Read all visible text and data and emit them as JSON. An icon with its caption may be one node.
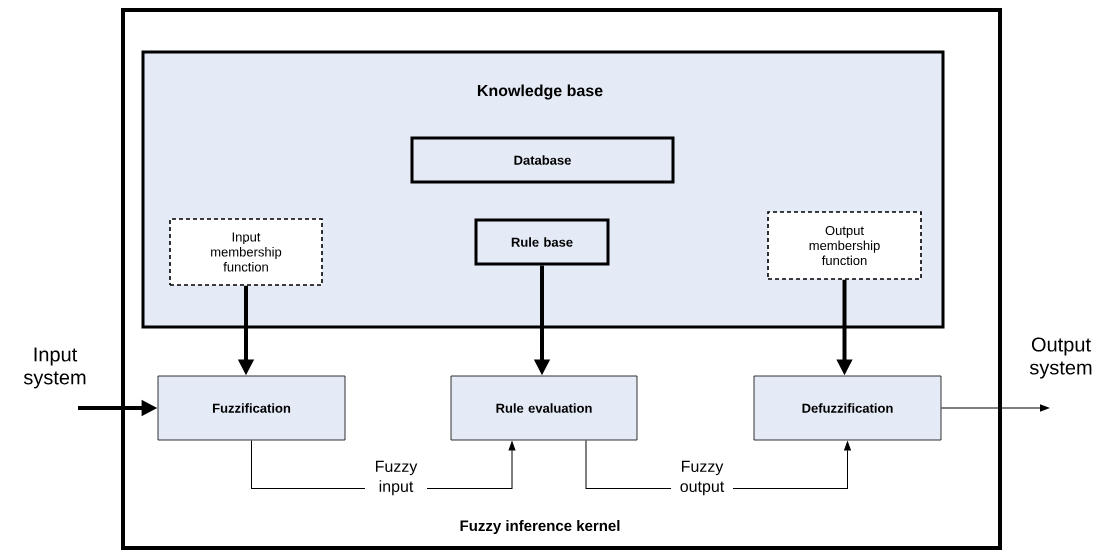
{
  "diagram": {
    "nodes": [
      {
        "text": [
          "Fuzzy inference kernel"
        ]
      },
      {
        "text": [
          "Knowledge base"
        ],
        "in": 0
      },
      {
        "text": [
          "Database"
        ],
        "in": 1
      },
      {
        "text": [
          "Input membership function"
        ],
        "in": 1
      },
      {
        "text": [
          "Rule base"
        ],
        "in": 1
      },
      {
        "text": [
          "Output membership function"
        ],
        "in": 1
      },
      {
        "text": [
          "Fuzzification"
        ],
        "in": 0
      },
      {
        "text": [
          "Rule evaluation"
        ],
        "in": 0
      },
      {
        "text": [
          "Defuzzification"
        ],
        "in": 0
      },
      {
        "text": [
          "Input system"
        ]
      },
      {
        "text": [
          "Output system"
        ]
      }
    ],
    "edges": [
      {
        "from": 3,
        "to": 6,
        "arrow": "to"
      },
      {
        "from": 4,
        "to": 7,
        "arrow": "to"
      },
      {
        "from": 5,
        "to": 8,
        "arrow": "to"
      },
      {
        "from": 9,
        "to": 6,
        "arrow": "to"
      },
      {
        "from": 8,
        "to": 10,
        "arrow": "to"
      },
      {
        "from": 6,
        "to": 7,
        "arrow": "to",
        "label": "Fuzzy input"
      },
      {
        "from": 7,
        "to": 8,
        "arrow": "to",
        "label": "Fuzzy output"
      }
    ]
  }
}
